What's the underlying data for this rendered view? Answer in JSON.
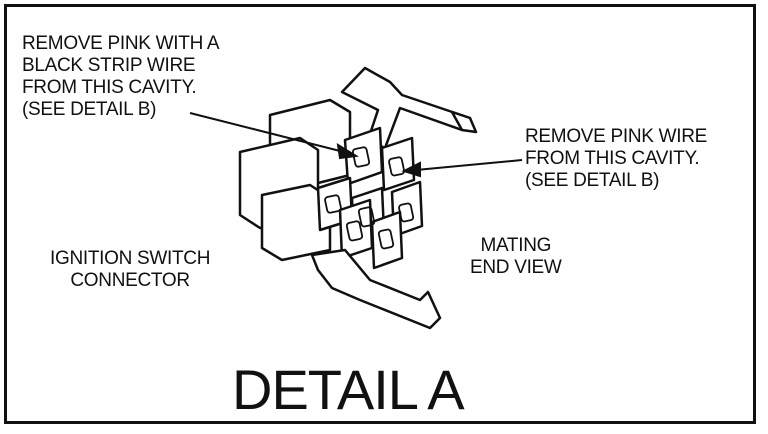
{
  "callout_left": {
    "lines": [
      "REMOVE PINK WITH A",
      "BLACK STRIP WIRE",
      "FROM THIS CAVITY.",
      "(SEE DETAIL B)"
    ]
  },
  "callout_right": {
    "lines": [
      "REMOVE PINK WIRE",
      "FROM THIS CAVITY.",
      "(SEE DETAIL B)"
    ]
  },
  "label_left": {
    "lines": [
      "IGNITION SWITCH",
      "CONNECTOR"
    ]
  },
  "label_right": {
    "lines": [
      "MATING",
      "END VIEW"
    ]
  },
  "title": "DETAIL A",
  "colors": {
    "ink": "#111111",
    "background": "#fefefe"
  }
}
